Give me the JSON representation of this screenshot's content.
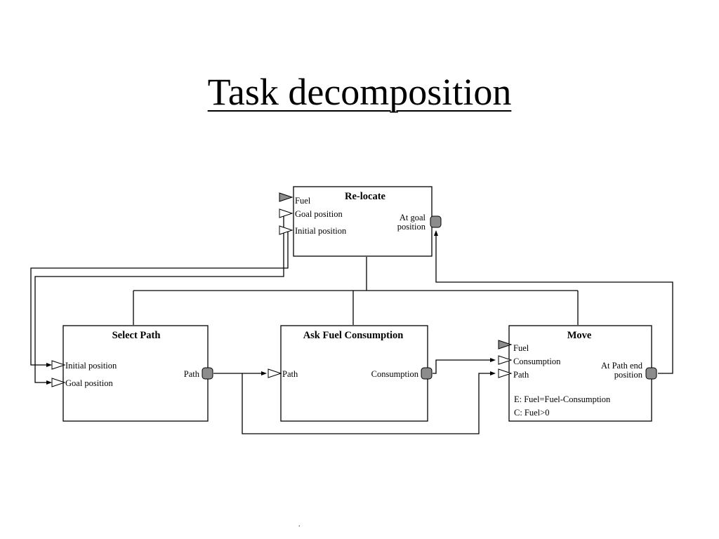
{
  "slide": {
    "title": "Task decomposition",
    "footer_mark": "."
  },
  "tasks": {
    "relocate": {
      "title": "Re-locate",
      "inputs": [
        "Fuel",
        "Goal position",
        "Initial position"
      ],
      "output": [
        "At goal",
        "position"
      ]
    },
    "select_path": {
      "title": "Select Path",
      "inputs": [
        "Initial position",
        "Goal position"
      ],
      "output": "Path"
    },
    "ask_fuel": {
      "title": "Ask Fuel Consumption",
      "inputs": [
        "Path"
      ],
      "output": "Consumption"
    },
    "move": {
      "title": "Move",
      "inputs": [
        "Fuel",
        "Consumption",
        "Path"
      ],
      "output": [
        "At Path end",
        "position"
      ],
      "notes": [
        "E: Fuel=Fuel-Consumption",
        "C: Fuel>0"
      ]
    }
  },
  "colors": {
    "line": "#000000",
    "box_border": "#000000",
    "input_port_filled": "#8c8c8c",
    "input_port_open": "#ffffff",
    "output_port": "#8c8c8c"
  }
}
